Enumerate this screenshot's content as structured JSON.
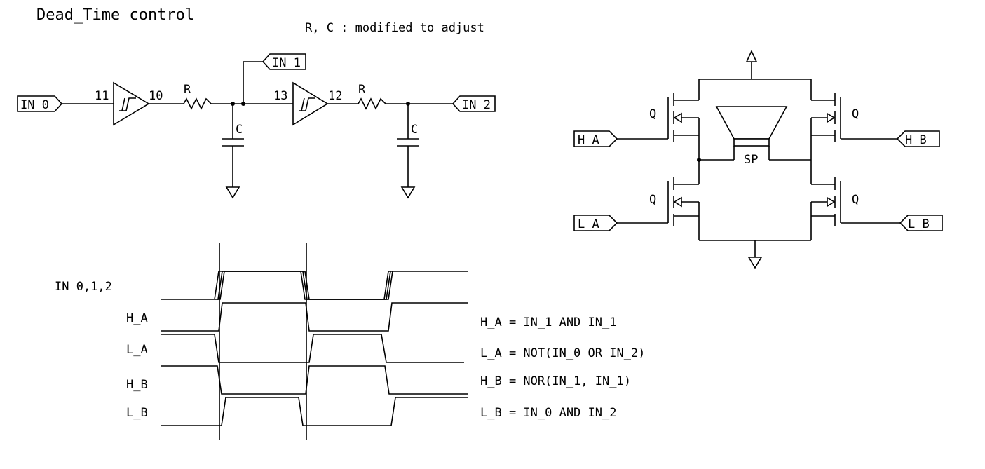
{
  "title": "Dead_Time control",
  "note": "R, C : modified to adjust",
  "circuit": {
    "in0": "IN_0",
    "in1": "IN_1",
    "in2": "IN_2",
    "pin_11": "11",
    "pin_10": "10",
    "pin_13": "13",
    "pin_12": "12",
    "resistor_label": "R",
    "capacitor_label": "C"
  },
  "bridge": {
    "transistor_label": "Q",
    "speaker_label": "SP",
    "h_a": "H_A",
    "h_b": "H_B",
    "l_a": "L_A",
    "l_b": "L_B"
  },
  "timing": {
    "signals": [
      "IN 0,1,2",
      "H_A",
      "L_A",
      "H_B",
      "L_B"
    ]
  },
  "equations": [
    "H_A = IN_1 AND IN_1",
    "L_A = NOT(IN_0 OR IN_2)",
    "H_B = NOR(IN_1, IN_1)",
    "L_B = IN_0 AND IN_2"
  ]
}
